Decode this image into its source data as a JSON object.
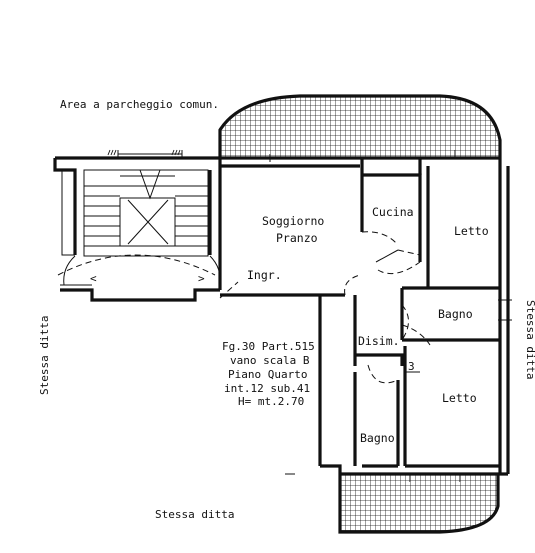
{
  "labels": {
    "top_note": "Area a parcheggio comun.",
    "bottom_note": "Stessa ditta",
    "left_note": "Stessa ditta",
    "right_note": "Stessa ditta"
  },
  "rooms": {
    "soggiorno_line1": "Soggiorno",
    "soggiorno_line2": "Pranzo",
    "cucina": "Cucina",
    "letto_top": "Letto",
    "letto_bottom": "Letto",
    "bagno_right": "Bagno",
    "bagno_left": "Bagno",
    "disim": "Disim.",
    "ingr": "Ingr."
  },
  "info": {
    "line1": "Fg.30 Part.515",
    "line2": "vano scala B",
    "line3": "Piano Quarto",
    "line4": "int.12 sub.41",
    "line5": "H= mt.2.70"
  },
  "marks": {
    "stair_number": "3"
  }
}
